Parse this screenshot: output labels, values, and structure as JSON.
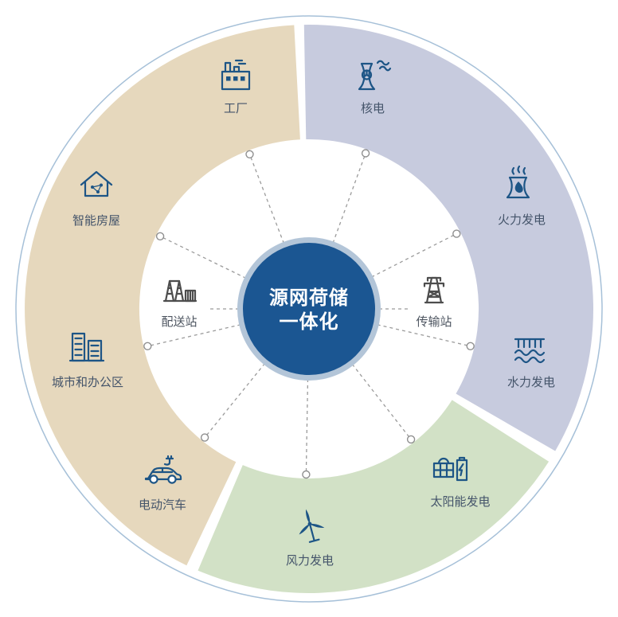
{
  "diagram": {
    "center_label": {
      "line1": "源网荷储",
      "line2": "一体化"
    },
    "labels": {
      "factory": "工厂",
      "nuclear_power": "核电",
      "thermal_power": "火力发电",
      "hydro_power": "水力发电",
      "solar_power": "太阳能发电",
      "wind_power": "风力发电",
      "electric_vehicle": "电动汽车",
      "city_office": "城市和办公区",
      "smart_house": "智能房屋",
      "distribution_station": "配送站",
      "transmission_station": "传输站"
    },
    "sectors": [
      {
        "name": "load-consumption",
        "color_key": "sector_load",
        "item_keys": [
          "factory",
          "smart_house",
          "city_office",
          "electric_vehicle"
        ]
      },
      {
        "name": "conventional-generation",
        "color_key": "sector_generation",
        "item_keys": [
          "nuclear_power",
          "thermal_power",
          "hydro_power"
        ]
      },
      {
        "name": "renewable-generation",
        "color_key": "sector_renewable",
        "item_keys": [
          "solar_power",
          "wind_power"
        ]
      }
    ],
    "icons": {
      "factory": "factory-icon",
      "nuclear_power": "nuclear-plant-icon",
      "thermal_power": "thermal-plant-icon",
      "hydro_power": "hydro-dam-icon",
      "solar_power": "solar-panel-battery-icon",
      "wind_power": "wind-turbine-icon",
      "electric_vehicle": "electric-car-icon",
      "city_office": "city-buildings-icon",
      "smart_house": "smart-home-icon",
      "distribution_station": "distribution-station-icon",
      "transmission_station": "transmission-tower-icon"
    },
    "colors": {
      "sector_load": "#e6d8bd",
      "sector_generation": "#c7cbde",
      "sector_renewable": "#d2e1c6",
      "center_fill": "#1b5692",
      "center_halo": "#b3c5d8",
      "ring_outline": "#a6c0d8",
      "icon_blue": "#1d5586",
      "icon_gray": "#4d4d4d",
      "label_text": "#44546a",
      "center_text": "#ffffff",
      "connector": "#9b9b9b"
    }
  }
}
